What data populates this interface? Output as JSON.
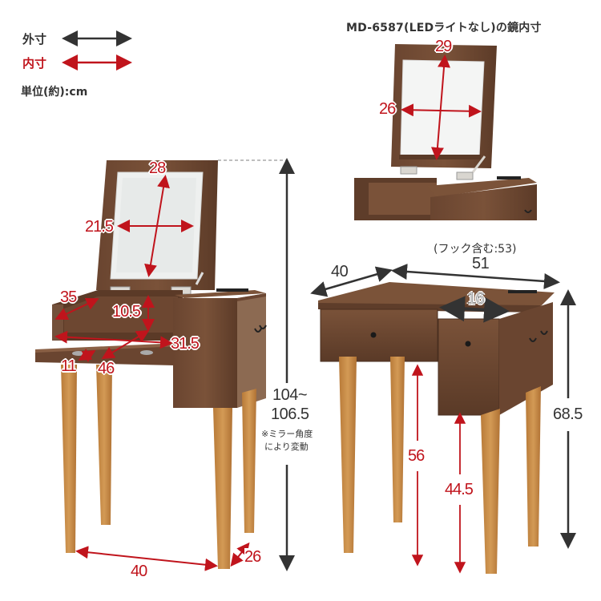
{
  "legend": {
    "outer_label": "外寸",
    "inner_label": "内寸",
    "unit_label": "単位(約):cm",
    "outer_color": "#333333",
    "inner_color": "#c0141c"
  },
  "inset": {
    "caption": "MD-6587(LEDライトなし)の鏡内寸",
    "mirror_height": "29",
    "mirror_width": "26"
  },
  "left_view": {
    "mirror_height": "28",
    "mirror_width": "21.5",
    "compartment_depth": "35",
    "compartment_height": "10.5",
    "compartment_width": "31.5",
    "tray_depth": "11",
    "tray_width": "46",
    "total_height_line1": "104~",
    "total_height_line2": "106.5",
    "note_line1": "※ミラー角度",
    "note_line2": "により変動",
    "leg_span_width": "40",
    "leg_span_depth": "26"
  },
  "right_view": {
    "hook_note": "(フック含む:53)",
    "width": "51",
    "depth": "40",
    "side_drawer_width": "16",
    "total_height": "68.5",
    "under_drawer_height": "56",
    "under_side_drawer_height": "44.5"
  },
  "colors": {
    "wood_dark": "#5e3d2a",
    "wood_mid": "#6f4a33",
    "leg": "#c68a45",
    "mirror": "#eef0ef",
    "red": "#c0141c",
    "dark": "#333333"
  }
}
